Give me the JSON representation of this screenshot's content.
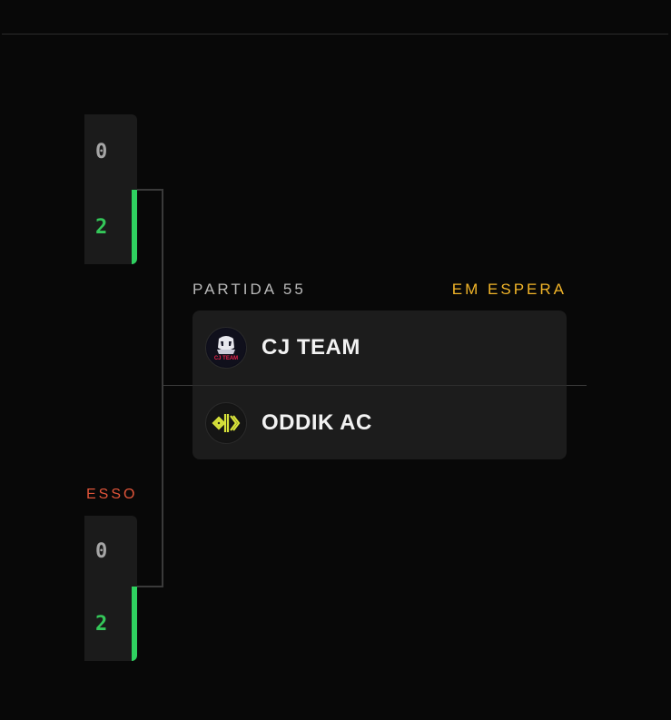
{
  "bracket": {
    "previous_match_top": {
      "scores": [
        "0",
        "2"
      ]
    },
    "previous_match_bottom": {
      "status_label": "ESSO",
      "scores": [
        "0",
        "2"
      ]
    }
  },
  "match": {
    "number_label": "PARTIDA 55",
    "status": "EM ESPERA",
    "teams": [
      {
        "name": "CJ TEAM",
        "logo_icon": "cj-team-logo-icon",
        "logo_text": "CJ TEAM"
      },
      {
        "name": "ODDIK AC",
        "logo_icon": "oddik-ac-logo-icon"
      }
    ]
  },
  "colors": {
    "background": "#080808",
    "win_accent": "#2fd160",
    "win_score": "#34c759",
    "status_waiting": "#f2b529",
    "status_left": "#e2553a",
    "card": "#1c1c1c"
  }
}
